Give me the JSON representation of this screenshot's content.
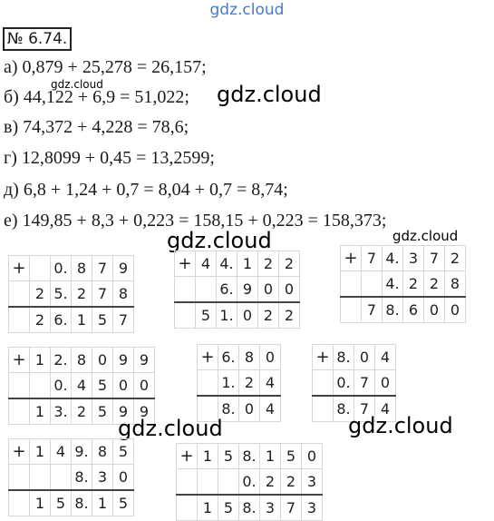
{
  "watermarks": {
    "top": "gdz.cloud",
    "small": "gdz.cloud",
    "big": "gdz.cloud",
    "mid": "gdz.cloud"
  },
  "task_number": "№ 6.74.",
  "equations": [
    "а) 0,879 + 25,278 = 26,157;",
    "б) 44,122 + 6,9 = 51,022;",
    "в) 74,372 + 4,228 = 78,6;",
    "г) 12,8099 + 0,45 = 13,2599;",
    "д) 6,8 + 1,24 + 0,7 = 8,04 + 0,7 = 8,74;",
    "е) 149,85 + 8,3 + 0,223 = 158,15 + 0,223 = 158,373;"
  ],
  "column_additions": [
    {
      "operator": "+",
      "rows": [
        [
          "",
          "0.",
          "8",
          "7",
          "9"
        ],
        [
          "2",
          "5.",
          "2",
          "7",
          "8"
        ]
      ],
      "sum": [
        "2",
        "6.",
        "1",
        "5",
        "7"
      ]
    },
    {
      "operator": "+",
      "rows": [
        [
          "4",
          "4.",
          "1",
          "2",
          "2"
        ],
        [
          "",
          "6.",
          "9",
          "0",
          "0"
        ]
      ],
      "sum": [
        "5",
        "1.",
        "0",
        "2",
        "2"
      ]
    },
    {
      "operator": "+",
      "rows": [
        [
          "7",
          "4.",
          "3",
          "7",
          "2"
        ],
        [
          "",
          "4.",
          "2",
          "2",
          "8"
        ]
      ],
      "sum": [
        "7",
        "8.",
        "6",
        "0",
        "0"
      ]
    },
    {
      "operator": "+",
      "rows": [
        [
          "1",
          "2.",
          "8",
          "0",
          "9",
          "9"
        ],
        [
          "",
          "0.",
          "4",
          "5",
          "0",
          "0"
        ]
      ],
      "sum": [
        "1",
        "3.",
        "2",
        "5",
        "9",
        "9"
      ]
    },
    {
      "operator": "+",
      "rows": [
        [
          "6.",
          "8",
          "0"
        ],
        [
          "1.",
          "2",
          "4"
        ]
      ],
      "sum": [
        "8.",
        "0",
        "4"
      ]
    },
    {
      "operator": "+",
      "rows": [
        [
          "8.",
          "0",
          "4"
        ],
        [
          "0.",
          "7",
          "0"
        ]
      ],
      "sum": [
        "8.",
        "7",
        "4"
      ]
    },
    {
      "operator": "+",
      "rows": [
        [
          "1",
          "4",
          "9.",
          "8",
          "5"
        ],
        [
          "",
          "",
          "8.",
          "3",
          "0"
        ]
      ],
      "sum": [
        "1",
        "5",
        "8.",
        "1",
        "5"
      ]
    },
    {
      "operator": "+",
      "rows": [
        [
          "1",
          "5",
          "8.",
          "1",
          "5",
          "0"
        ],
        [
          "",
          "",
          "0.",
          "2",
          "2",
          "3"
        ]
      ],
      "sum": [
        "1",
        "5",
        "8.",
        "3",
        "7",
        "3"
      ]
    }
  ]
}
